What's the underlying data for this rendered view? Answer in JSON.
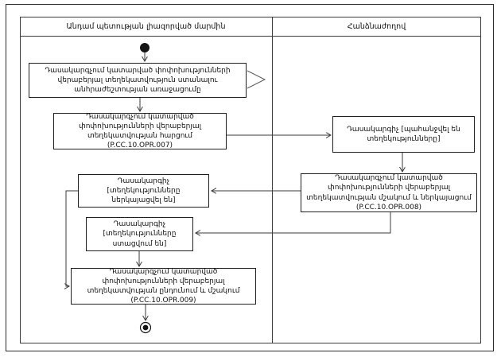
{
  "lanes": {
    "left_title": "Անդամ պետության լիազորված մարմին",
    "right_title": "Հանձնաժողով"
  },
  "nodes": {
    "need_arise": {
      "text": "Դասակարգչում կատարված փոփոխությունների վերաբերյալ տեղեկատվություն ստանալու անհրաժեշտության առաջացումը"
    },
    "request_info": {
      "text": "Դասակարգչում կատարված փոփոխությունների վերաբերյալ տեղեկատվության հարցում",
      "code": "(P.CC.10.OPR.007)"
    },
    "state_requested": {
      "text": "Դասակարգիչ [պահանջվել են տեղեկությունները]"
    },
    "process_present": {
      "text": "Դասակարգչում կատարված փոփոխությունների վերաբերյալ տեղեկատվության մշակում և ներկայացում",
      "code": "(P.CC.10.OPR.008)"
    },
    "state_presented": {
      "text": "Դասակարգիչ [տեղեկությունները ներկայացվել են]"
    },
    "state_received": {
      "text": "Դասակարգիչ [տեղեկությունները ստացվում են]"
    },
    "receive_process": {
      "text": "Դասակարգչում կատարված փոփոխությունների վերաբերյալ տեղեկատվության ընդունում և մշակում",
      "code": "(P.CC.10.OPR.009)"
    }
  },
  "colors": {
    "line": "#3a3a3a",
    "box_border": "#1f1f1f",
    "text": "#111111",
    "background": "#ffffff"
  }
}
